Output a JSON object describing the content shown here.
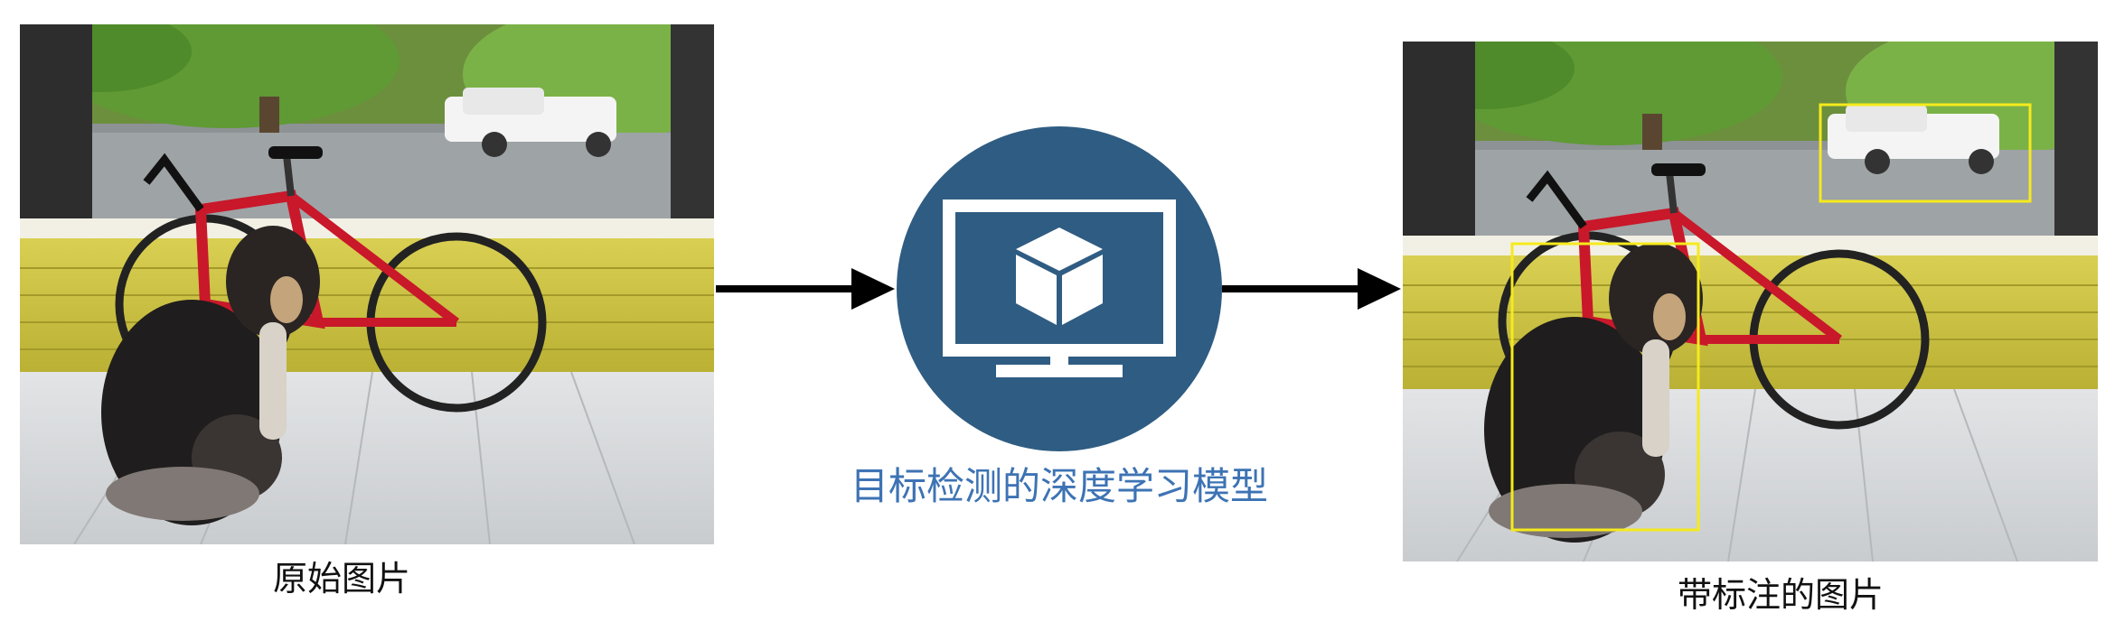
{
  "diagram": {
    "original_caption": "原始图片",
    "model_caption": "目标检测的深度学习模型",
    "annotated_caption": "带标注的图片"
  },
  "colors": {
    "model_circle": "#2f5c82",
    "model_caption": "#3d73b4",
    "bbox": "#f5ea1c",
    "arrow": "#000000"
  },
  "icons": {
    "model": "monitor-with-cube-icon"
  }
}
